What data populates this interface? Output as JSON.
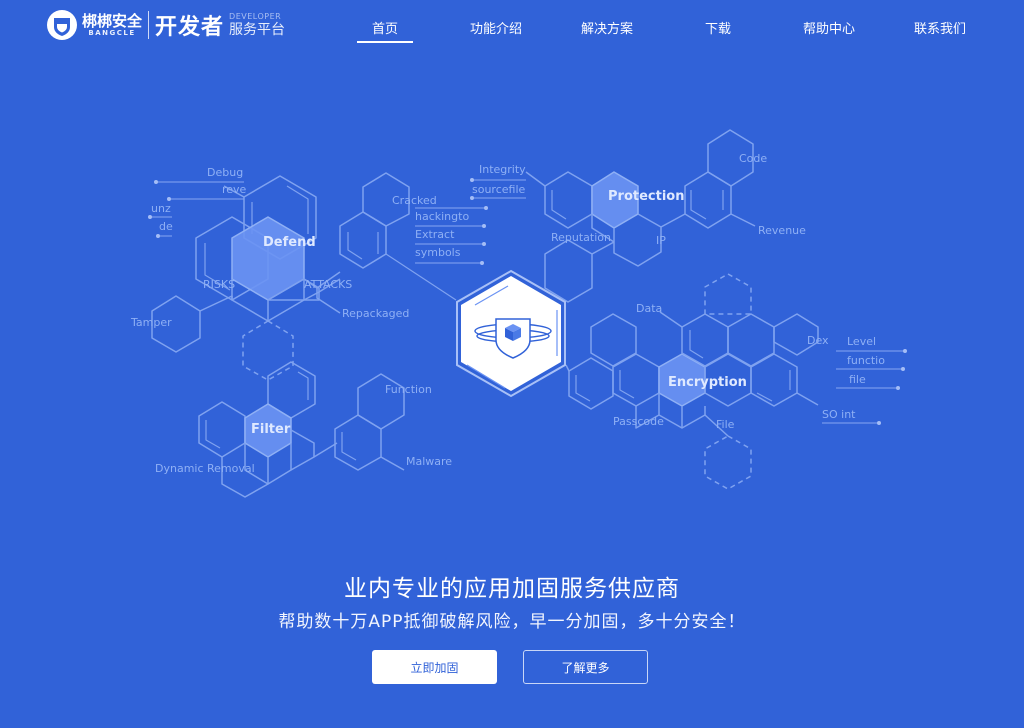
{
  "header": {
    "logo": {
      "brand_cn": "梆梆安全",
      "brand_en": "BANGCLE",
      "product": "开发者",
      "product_sub_en": "DEVELOPER",
      "product_sub_cn": "服务平台",
      "icon": "bangcle-shield-logo-icon"
    },
    "nav": [
      {
        "label": "首页",
        "active": true
      },
      {
        "label": "功能介绍",
        "active": false
      },
      {
        "label": "解决方案",
        "active": false
      },
      {
        "label": "下载",
        "active": false
      },
      {
        "label": "帮助中心",
        "active": false
      },
      {
        "label": "联系我们",
        "active": false
      }
    ]
  },
  "diagram": {
    "center_icon": "shield-cube-orbit-icon",
    "clusters": {
      "defend": {
        "key": "Defend",
        "labels": [
          "Debug",
          "reve",
          "unz",
          "de",
          "RISKS",
          "ATTACKS",
          "Tamper",
          "Repackaged",
          "Cracked"
        ]
      },
      "attack_list": [
        "hackingto",
        "Extract",
        "symbols"
      ],
      "protection": {
        "key": "Protection",
        "labels": [
          "Integrity",
          "sourcefile",
          "Reputation",
          "IP",
          "Code",
          "Revenue"
        ]
      },
      "encryption": {
        "key": "Encryption",
        "labels": [
          "Data",
          "Dex",
          "Passcode",
          "File",
          "SO int"
        ],
        "side_list": [
          "Level",
          "functio",
          "file"
        ]
      },
      "filter": {
        "key": "Filter",
        "labels": [
          "Dynamic Removal",
          "Function",
          "Malware"
        ]
      }
    },
    "colors": {
      "background": "#3162d8",
      "line": "#7fa2f0",
      "highlight_fill": "#6b93f3"
    }
  },
  "hero": {
    "title": "业内专业的应用加固服务供应商",
    "subtitle": "帮助数十万APP抵御破解风险，早一分加固，多十分安全！",
    "primary_button": "立即加固",
    "secondary_button": "了解更多"
  }
}
